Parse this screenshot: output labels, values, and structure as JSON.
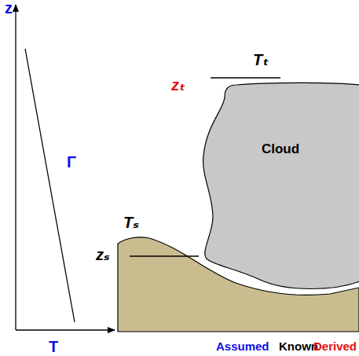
{
  "diagram": {
    "nodes": [
      {
        "text": [
          "Cloud"
        ]
      }
    ],
    "labels": [
      "z",
      "Γ",
      "Tₜ",
      "zₜ",
      "Tₛ",
      "zₛ",
      "T",
      "Assumed",
      "Known",
      "Derived"
    ]
  }
}
